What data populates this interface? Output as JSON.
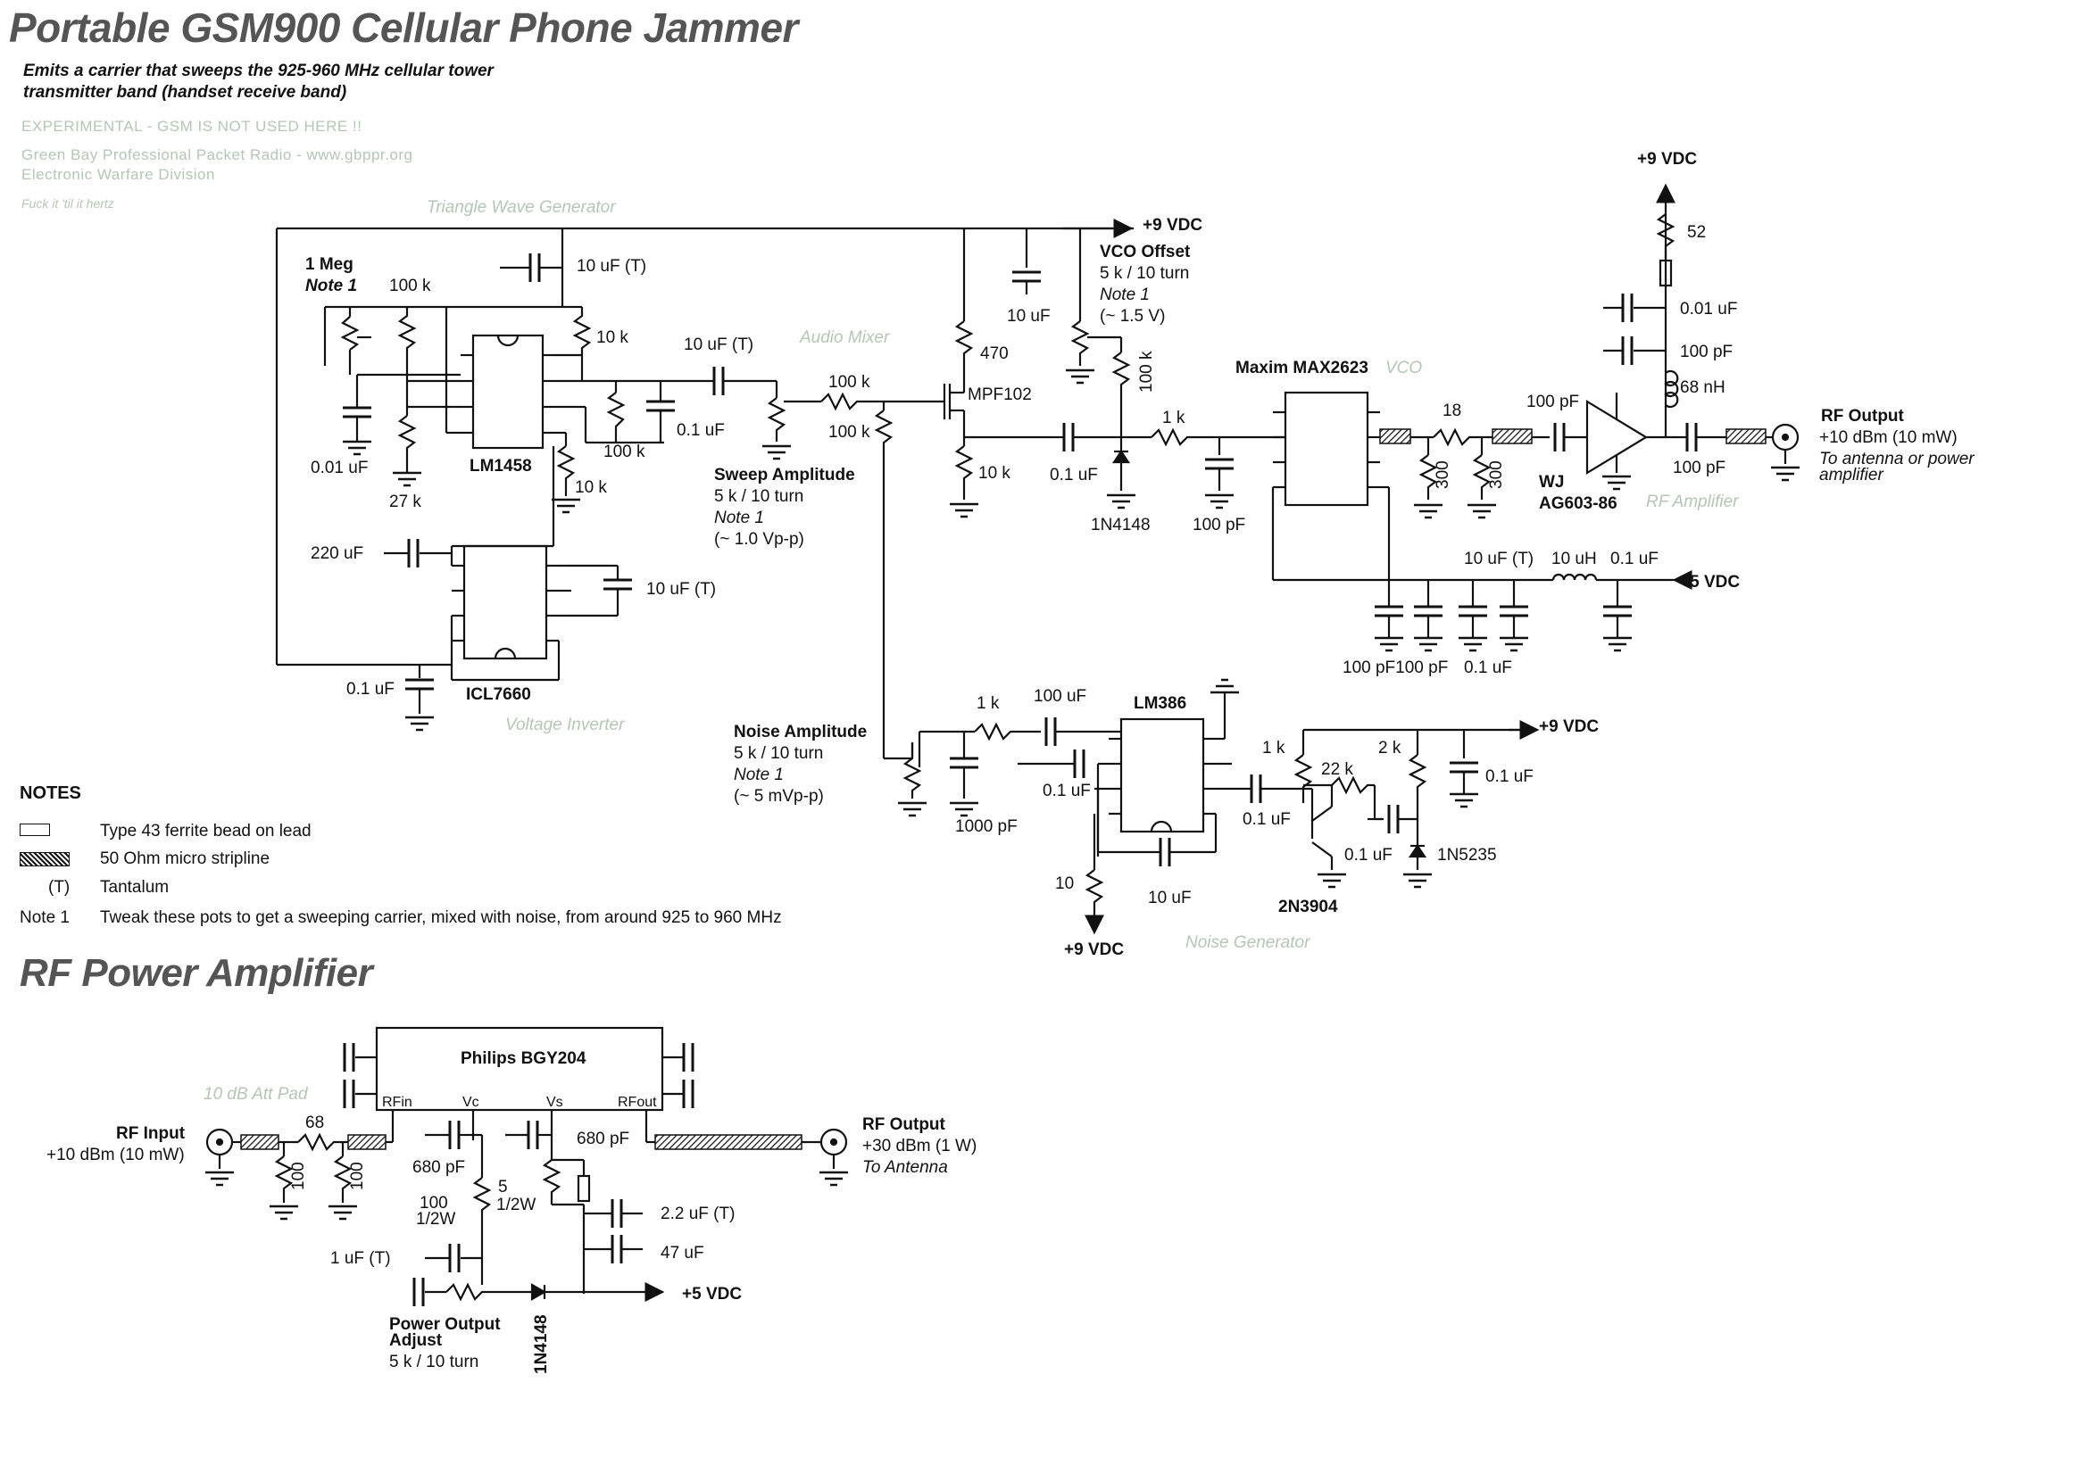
{
  "header": {
    "title": "Portable GSM900 Cellular Phone Jammer",
    "subtitle_1": "Emits a carrier that sweeps the 925-960 MHz cellular tower",
    "subtitle_2": "transmitter band (handset receive band)",
    "experimental": "EXPERIMENTAL - GSM IS NOT USED HERE !!",
    "org_1": "Green Bay Professional Packet Radio - www.gbppr.org",
    "org_2": "Electronic Warfare Division",
    "org_3": "Fuck it 'til it hertz"
  },
  "blocks": {
    "triangle": "Triangle Wave Generator",
    "audio_mixer": "Audio Mixer",
    "vco": "VCO",
    "rf_amp": "RF Amplifier",
    "voltage_inverter": "Voltage Inverter",
    "noise_gen": "Noise Generator",
    "atten_pad": "10 dB Att Pad"
  },
  "labels": {
    "p9vdc": "+9 VDC",
    "p5vdc": "+5 VDC",
    "r1meg": "1 Meg",
    "note1": "Note 1",
    "r100k": "100 k",
    "r10k": "10 k",
    "r27k": "27 k",
    "r470": "470",
    "r52": "52",
    "r18": "18",
    "r300": "300",
    "r1k": "1 k",
    "r2k": "2 k",
    "r22k": "22 k",
    "r10": "10",
    "r68": "68",
    "r100": "100",
    "r5": "5",
    "half_watt": "1/2W",
    "c10uft": "10 uF (T)",
    "c10uf": "10 uF",
    "c001": "0.01 uF",
    "c01": "0.1 uF",
    "c100pf": "100 pF",
    "c220": "220 uF",
    "c1000pf": "1000 pF",
    "c100uf": "100 uF",
    "c680pf": "680 pF",
    "c22uft": "2.2 uF (T)",
    "c47uf": "47 uF",
    "c1uft": "1 uF (T)",
    "c100pf100pf": "100 pF100 pF",
    "l68nh": "68 nH",
    "l10uh": "10 uH",
    "lm1458": "LM1458",
    "icl7660": "ICL7660",
    "mpf102": "MPF102",
    "vco_offset": "VCO Offset",
    "vco_turn": "5 k / 10 turn",
    "vco_v": "(~ 1.5 V)",
    "max2623": "Maxim MAX2623",
    "wj": "WJ",
    "ag603": "AG603-86",
    "rf_output": "RF Output",
    "rf_out_pwr": "+10 dBm (10 mW)",
    "to_ant_1": "To antenna or power",
    "to_ant_2": "amplifier",
    "sweep_amp": "Sweep Amplitude",
    "sweep_turn": "5 k / 10 turn",
    "sweep_v": "(~ 1.0 Vp-p)",
    "d1n4148": "1N4148",
    "noise_amp": "Noise Amplitude",
    "noise_turn": "5 k / 10 turn",
    "noise_v": "(~ 5 mVp-p)",
    "lm386": "LM386",
    "q2n3904": "2N3904",
    "d1n5235": "1N5235"
  },
  "notes": {
    "heading": "NOTES",
    "ferrite": "Type 43 ferrite bead on lead",
    "stripline": "50 Ohm micro stripline",
    "tant_sym": "(T)",
    "tantalum": "Tantalum",
    "note1_label": "Note 1",
    "note1_text": "Tweak these pots to get a sweeping carrier, mixed with noise, from around 925 to 960 MHz"
  },
  "pa": {
    "title": "RF Power Amplifier",
    "chip": "Philips BGY204",
    "rfin": "RFin",
    "vc": "Vc",
    "vs": "Vs",
    "rfout": "RFout",
    "rf_input": "RF Input",
    "rf_input_pwr": "+10 dBm (10 mW)",
    "rf_output": "RF Output",
    "rf_output_pwr": "+30 dBm (1 W)",
    "to_antenna": "To Antenna",
    "pwr_adj_1": "Power Output",
    "pwr_adj_2": "Adjust",
    "pwr_adj_3": "5 k / 10 turn"
  },
  "colors": {
    "ink": "#111111",
    "title": "#555555",
    "faint": "#b4c7b4"
  }
}
